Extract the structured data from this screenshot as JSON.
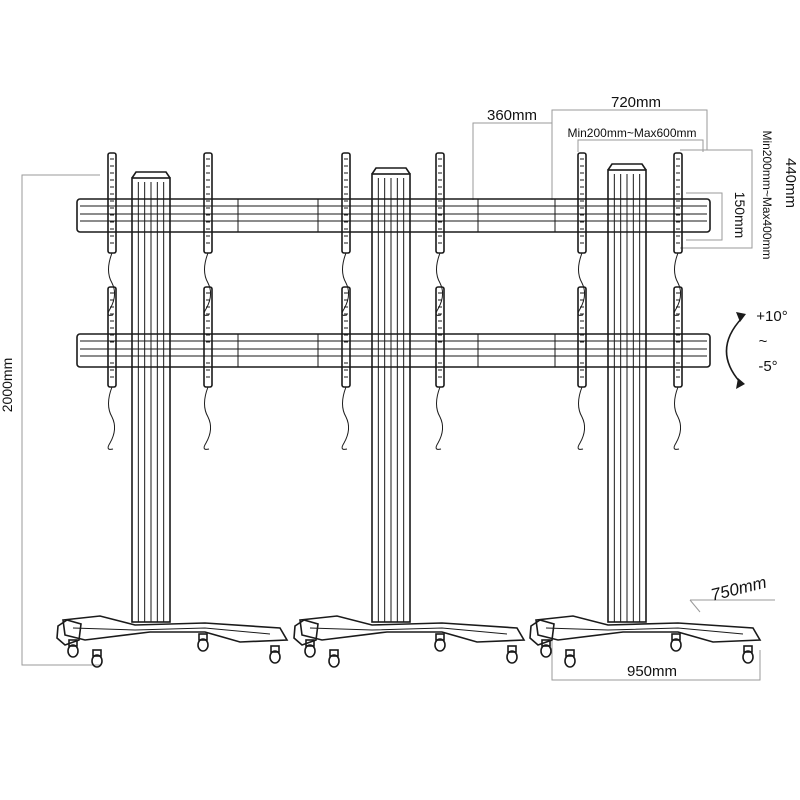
{
  "dimensions": {
    "height_total": "2000mm",
    "offset_left": "360mm",
    "width_vesa_max": "720mm",
    "vesa_h_range": "Min200mm~Max600mm",
    "vesa_v_range": "Min200mm~Max400mm",
    "depth_bracket": "440mm",
    "bracket_gap": "150mm",
    "base_depth": "750mm",
    "base_width": "950mm"
  },
  "tilt": {
    "up": "+10°",
    "sep": "~",
    "down": "-5°"
  },
  "colors": {
    "line": "#1a1a1a",
    "dimension_line": "#9a9a9a",
    "background": "#ffffff"
  }
}
